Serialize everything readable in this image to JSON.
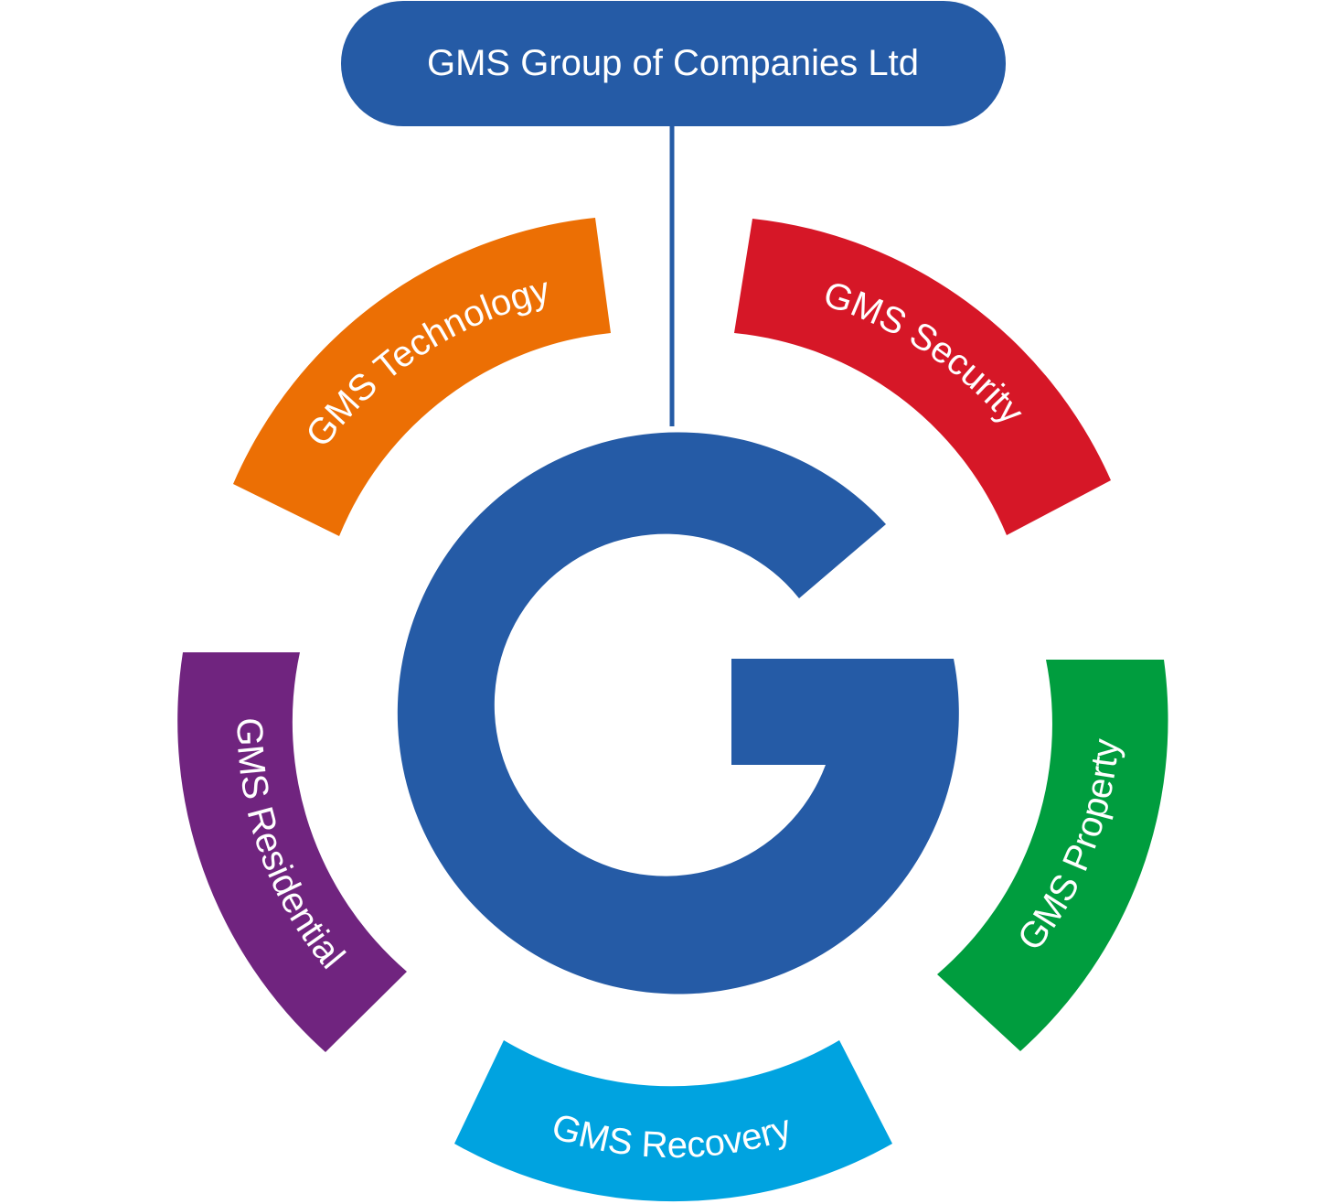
{
  "parent": {
    "label": "GMS Group of Companies Ltd",
    "color": "#255ba6"
  },
  "logo": {
    "icon": "g-letter-icon",
    "color": "#255ba6"
  },
  "segments": [
    {
      "label": "GMS Technology",
      "color": "#ec6f04"
    },
    {
      "label": "GMS Security",
      "color": "#d61727"
    },
    {
      "label": "GMS Property",
      "color": "#009d3e"
    },
    {
      "label": "GMS Recovery",
      "color": "#00a3e0"
    },
    {
      "label": "GMS Residential",
      "color": "#70247f"
    }
  ]
}
